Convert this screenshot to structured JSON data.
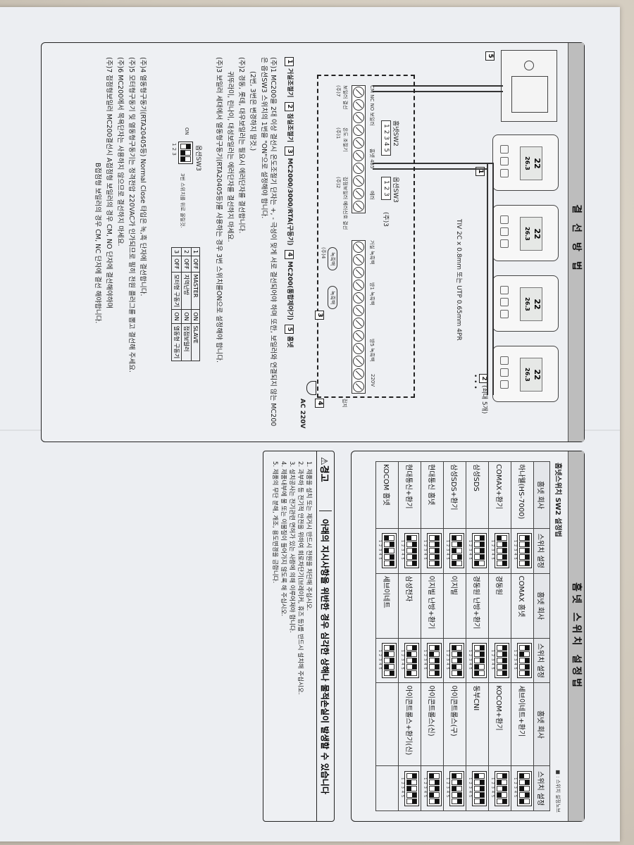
{
  "wiring": {
    "header": "결선방법",
    "cable_spec": "TIV 2C x 0.8mm 또는 UTP 0.65mm 4PR",
    "max_rooms_note": "(최대 5개)",
    "devices": [
      {
        "id": "1",
        "label": "거실조절기"
      },
      {
        "id": "2",
        "label": "침실조절기"
      },
      {
        "id": "3",
        "label": "MC2000/3000/RTA(구동기)"
      },
      {
        "id": "4",
        "label": "MC200(통합제어기)"
      },
      {
        "id": "5",
        "label": "홈넷"
      }
    ],
    "thermostat_display": {
      "set": "22",
      "current": "26.3"
    },
    "terminals": {
      "boiler_relay": "CM NC NO 보일러",
      "boiler_comm": "보일러 통신",
      "homenet_485": "홈넷 485",
      "error": "에러",
      "living": "거실 녹흑백",
      "room1": "방1 녹흑백",
      "room5": "방5 녹흑백",
      "power": "220V",
      "ground": "접지",
      "ac": "AC 220V"
    },
    "labels": {
      "boiler_wiring": "보일러 결선",
      "note7": "(주)7",
      "temp_controller": "온도 조절기",
      "note1": "(주)1",
      "contact_boiler": "접점보일러 에러신호 결선",
      "note2": "(주)2",
      "note4": "(주)4",
      "valve": "녹흑백",
      "homenet_sw2": "홈넷SW2",
      "sw2_nums": "1 2 3 4 5",
      "option_sw3": "옵션SW3",
      "sw3_nums": "1 2 3",
      "note3": "(주)3",
      "ellipsis": "• • •"
    },
    "notes": [
      "(주)1 MC200을 2대 이상 결선시 온도조절기 단자는 +, - 극성이 맞게 서로 결선되어야 하며 또한, 보일러와 연결되지 않는 MC200은 옵션SW3 스위치의 1번을 \"ON\"으로 설정해야 합니다.",
      "(2번, 3번은 변경하지 말것.)",
      "(주)2 경동, 롯데, 대우보일러는 필요시 에러단자를 결선합니다.",
      "귀뚜라미, 린나이, 대성보일러는 에러단자를 결선하지 마세요.",
      "(주)3 보일러 세대에서 열동형구동기(RTA20405등)를 사용하는 경우 3번 스위치를ON으로 설정해야 합니다.",
      "(주)4 열동형구동기(RTA20405등) Normal Close 타입은 녹,흑 단자에 결선합니다.",
      "(주)5 모터형구동기 및 열동형구동기는 정격전압 220VAC가 인가되므로 필히 전원 플러그를 뽑고 결선해 주세요.",
      "(주)6 MC200에서 목욕단자는 사용하지 않으므로 결선하지 마세요.",
      "(주)7 접점형보일러 MC200결선시 A접점형 보일러의 경우 CM, NO 단자에 결선해야하며",
      "B접점형 보일러의 경우 CM, NC 단자에 결선 해야합니다."
    ],
    "sw3_diagram": {
      "title": "옵션SW3",
      "on_label": "ON",
      "numbers": "1 2 3",
      "arrow_note": "3번 스위치를 위로 올릴것."
    },
    "sw3_table": [
      [
        "1",
        "OFF",
        "MASTER",
        "ON",
        "SLAVE"
      ],
      [
        "2",
        "OFF",
        "지역난방",
        "ON",
        "접점보일러"
      ],
      [
        "3",
        "OFF",
        "모터형 구동기",
        "ON",
        "열동형 구동기"
      ]
    ]
  },
  "switches": {
    "header": "홈넷 스위치 설정법",
    "subtitle": "홈넷스위치 SW2 설정법",
    "legend": "■ : 스위치 설정노브",
    "columns": [
      "홈넷 회사",
      "스위치 설정",
      "홈넷 회사",
      "스위치 설정",
      "홈넷 회사",
      "스위치 설정"
    ],
    "rows": [
      [
        {
          "name": "하나웰(HS-7000)"
        },
        {
          "name": "COMAX 홈넷"
        },
        {
          "name": "세브이네트+환기"
        }
      ],
      [
        {
          "name": "COMAX+환기"
        },
        {
          "name": "경동원"
        },
        {
          "name": "KOCOM+환기"
        }
      ],
      [
        {
          "name": "삼성SDS"
        },
        {
          "name": "경동원 난방+환기"
        },
        {
          "name": "동부CNI"
        }
      ],
      [
        {
          "name": "삼성SDS+환기"
        },
        {
          "name": "이지빌"
        },
        {
          "name": "아이콘트롤스(구)"
        }
      ],
      [
        {
          "name": "현대통신 홈넷"
        },
        {
          "name": "이지빌 난방+환기"
        },
        {
          "name": "아이콘트롤스(신)"
        }
      ],
      [
        {
          "name": "현대통신+환기"
        },
        {
          "name": "삼성전자"
        },
        {
          "name": "아이콘트롤스+환기(신)"
        }
      ],
      [
        {
          "name": "KOCOM 홈넷"
        },
        {
          "name": "세브이네트"
        },
        {
          "name": ""
        }
      ]
    ],
    "dip_patterns": [
      [
        "11111",
        "10111",
        "01010"
      ],
      [
        "01111",
        "11111",
        "10101"
      ],
      [
        "11110",
        "11100",
        "01111"
      ],
      [
        "01010",
        "01101",
        "01011"
      ],
      [
        "11111",
        "10111",
        "01101"
      ],
      [
        "01111",
        "10110",
        "10011"
      ],
      [
        "01011",
        "10101",
        ""
      ]
    ]
  },
  "warning": {
    "label": "⚠경고",
    "headline": "아래의 지시사항을 위반한 경우 심각한 상해나 물적손실이 발생할 수 있습니다",
    "items": [
      "1. 제품을 설치 또는 제거시 반드시 전원을 차단해 주십시오.",
      "2. 과부하 등 전기적 안전을 위하여 회로차단기(브레이커, 휴즈 등)를 반드시 설치해 주십시오.",
      "3. 설치공사는 전기관련 면허가 있는 사람에 의해 이루어져야 합니다.",
      "4. 제품내부에 물 또는 이물질이 들어가지 않도록 해 주십시오.",
      "5. 제품의 무단 분해, 개조, 용도변경을 금합니다."
    ]
  }
}
